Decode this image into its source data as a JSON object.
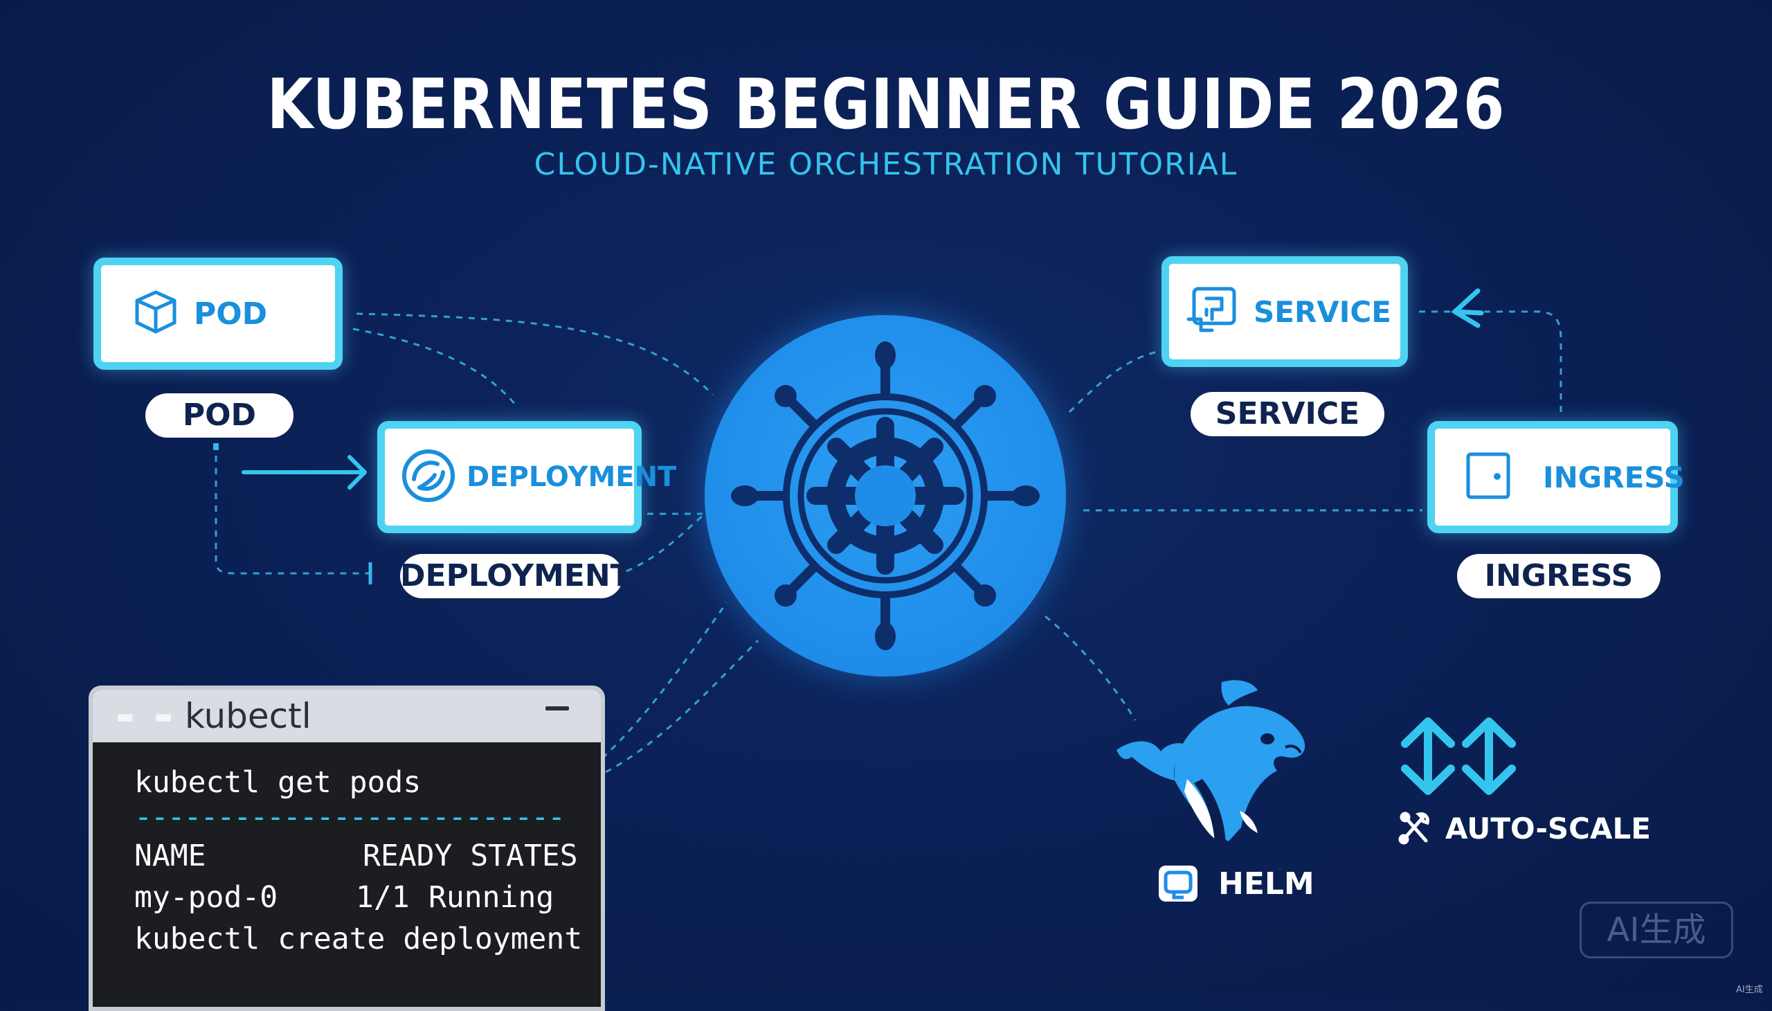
{
  "title": "KUBERNETES BEGINNER GUIDE 2026",
  "subtitle": "CLOUD-NATIVE ORCHESTRATION TUTORIAL",
  "components": {
    "pod": {
      "card_label": "POD",
      "pill_label": "POD"
    },
    "deployment": {
      "card_label": "DEPLOYMENT",
      "pill_label": "DEPLOYMENT"
    },
    "service": {
      "card_label": "SERVICE",
      "pill_label": "SERVICE"
    },
    "ingress": {
      "card_label": "INGRESS",
      "pill_label": "INGRESS"
    }
  },
  "terminal": {
    "title": "kubectl",
    "command1": "kubectl get pods",
    "separator": "--------------------------",
    "header_name": "NAME",
    "header_status": "READY STATES",
    "row_name": "my-pod-0",
    "row_ready": "1/1",
    "row_status": "Running",
    "command2": "kubectl create deployment"
  },
  "helm": {
    "label": "HELM"
  },
  "autoscale": {
    "label": "AUTO-SCALE"
  },
  "badge": {
    "text": "AI生成"
  },
  "corner_mark": "AI生成",
  "colors": {
    "background": "#0b2157",
    "accent": "#34c5ee",
    "card_border": "#4fd3f2",
    "card_text": "#1a8fdc",
    "helm_circle": "#1f8cea",
    "line": "#39b6e8"
  }
}
